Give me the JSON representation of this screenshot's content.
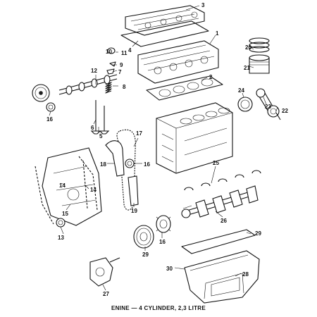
{
  "caption": "ENINE — 4 CYLINDER, 2,3 LITRE",
  "callouts": [
    "1",
    "2",
    "3",
    "4",
    "5",
    "6",
    "7",
    "8",
    "9",
    "10",
    "11",
    "12",
    "13",
    "14",
    "14",
    "15",
    "16",
    "16",
    "16",
    "17",
    "18",
    "19",
    "20",
    "21",
    "22",
    "23",
    "24",
    "25",
    "26",
    "27",
    "28",
    "29",
    "29",
    "30"
  ],
  "colors": {
    "ink": "#111111",
    "background": "#ffffff"
  }
}
